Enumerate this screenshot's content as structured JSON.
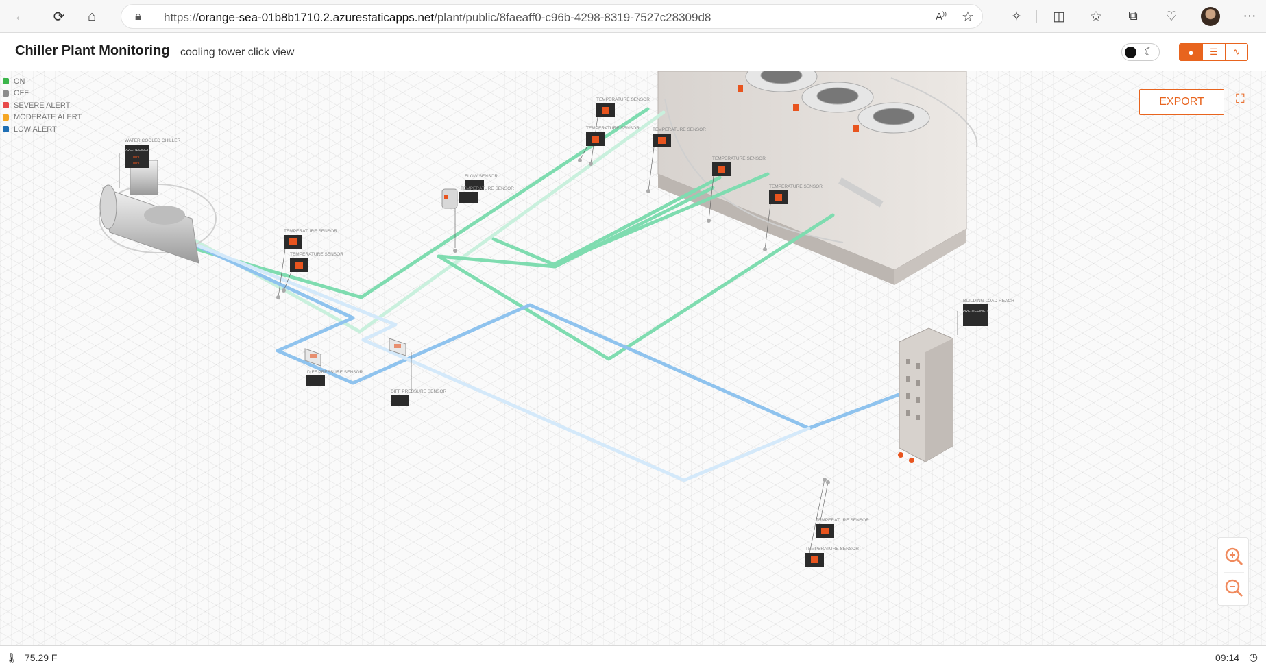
{
  "browser": {
    "url_prefix": "https://",
    "url_host": "orange-sea-01b8b1710.2.azurestaticapps.net",
    "url_path": "/plant/public/8faeaff0-c96b-4298-8319-7527c28309d8",
    "icons": [
      "back-icon",
      "reload-icon",
      "home-icon",
      "lock-icon",
      "read-aloud-icon",
      "favorite-star-icon",
      "extensions-icon",
      "split-screen-icon",
      "favorites-icon",
      "collections-icon",
      "browser-essentials-icon",
      "profile-avatar",
      "more-menu-icon"
    ]
  },
  "header": {
    "title": "Chiller Plant Monitoring",
    "subtitle": "cooling tower click view",
    "view_buttons": [
      "●",
      "☰",
      "∿"
    ]
  },
  "legend": [
    {
      "label": "ON",
      "color": "#3bb54a"
    },
    {
      "label": "OFF",
      "color": "#8c8c8c"
    },
    {
      "label": "SEVERE ALERT",
      "color": "#e84a4a"
    },
    {
      "label": "MODERATE ALERT",
      "color": "#f5a623"
    },
    {
      "label": "LOW ALERT",
      "color": "#1f6fb5"
    }
  ],
  "toolbar": {
    "export_label": "EXPORT"
  },
  "scene": {
    "chiller_label": "WATER COOLED CHILLER",
    "chiller_readout": [
      "PRE-DEFINED",
      "00°C",
      "00°C"
    ],
    "building_label": "BUILDING LOAD REACH",
    "building_readout": "PRE-DEFINED",
    "temperature_sensor_label": "TEMPERATURE SENSOR",
    "flow_sensor_label": "FLOW SENSOR",
    "diff_pressure_sensor_label": "DIFF PRESSURE SENSOR",
    "colors": {
      "condenser_pipe": "#7fdcb0",
      "condenser_pipe_light": "#c9f0dd",
      "chilled_pipe": "#8fc3ee",
      "chilled_pipe_light": "#d4e9fa",
      "sensor_body": "#2b2b2b",
      "sensor_alert": "#e8541e",
      "accent": "#e8641e"
    }
  },
  "status": {
    "temperature": "75.29 F",
    "time": "09:14"
  }
}
